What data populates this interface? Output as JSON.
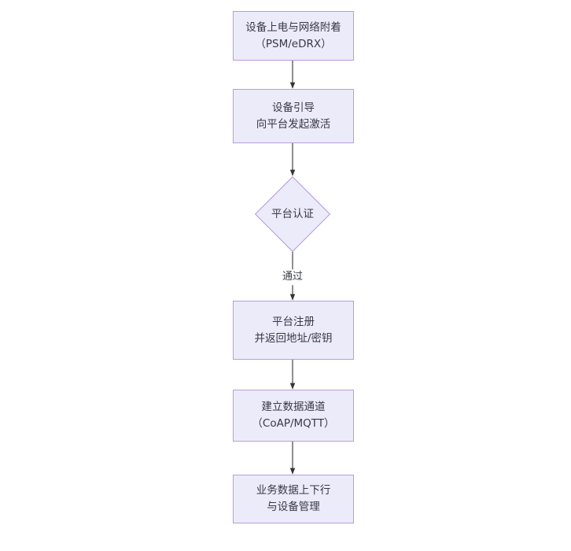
{
  "diagram": {
    "type": "flowchart",
    "orientation": "top-to-bottom",
    "background_color": "#ffffff",
    "node_fill_color": "#ecebfa",
    "node_border_color": "#b79ce0",
    "node_text_color": "#363b45",
    "edge_color": "#333333",
    "nodes": [
      {
        "id": "power-on",
        "shape": "rectangle",
        "lines": [
          "设备上电与网络附着",
          "（PSM/eDRX）"
        ]
      },
      {
        "id": "bootstrap",
        "shape": "rectangle",
        "lines": [
          "设备引导",
          "向平台发起激活"
        ]
      },
      {
        "id": "platform-auth",
        "shape": "diamond",
        "lines": [
          "平台认证"
        ]
      },
      {
        "id": "platform-register",
        "shape": "rectangle",
        "lines": [
          "平台注册",
          "并返回地址/密钥"
        ]
      },
      {
        "id": "data-channel",
        "shape": "rectangle",
        "lines": [
          "建立数据通道",
          "（CoAP/MQTT）"
        ]
      },
      {
        "id": "business-data",
        "shape": "rectangle",
        "lines": [
          "业务数据上下行",
          "与设备管理"
        ]
      }
    ],
    "edges": [
      {
        "id": "e1",
        "from": "power-on",
        "to": "bootstrap",
        "label": ""
      },
      {
        "id": "e2",
        "from": "bootstrap",
        "to": "platform-auth",
        "label": ""
      },
      {
        "id": "e3",
        "from": "platform-auth",
        "to": "platform-register",
        "label": "通过"
      },
      {
        "id": "e4",
        "from": "platform-register",
        "to": "data-channel",
        "label": ""
      },
      {
        "id": "e5",
        "from": "data-channel",
        "to": "business-data",
        "label": ""
      }
    ]
  }
}
